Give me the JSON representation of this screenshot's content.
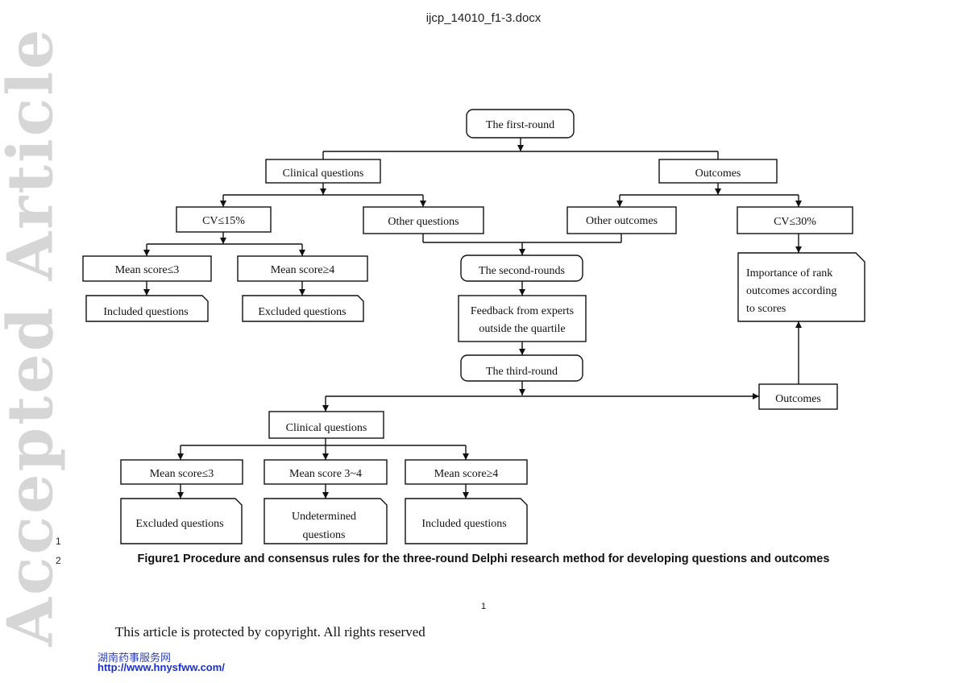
{
  "header": {
    "filename": "ijcp_14010_f1-3.docx"
  },
  "watermark": {
    "text": "Accepted Article"
  },
  "line_numbers": [
    "1",
    "2"
  ],
  "flowchart": {
    "first_round": "The first-round",
    "clinical_questions": "Clinical questions",
    "outcomes": "Outcomes",
    "cv_15": "CV≤15%",
    "other_questions": "Other questions",
    "other_outcomes": "Other outcomes",
    "cv_30": "CV≤30%",
    "mean_le3_r1": "Mean score≤3",
    "mean_ge4_r1": "Mean score≥4",
    "included_r1": "Included questions",
    "excluded_r1": "Excluded questions",
    "second_rounds": "The second-rounds",
    "feedback": [
      "Feedback from experts",
      "outside the quartile"
    ],
    "importance": [
      "Importance of rank",
      "outcomes according",
      "to scores"
    ],
    "third_round": "The third-round",
    "outcomes_r3": "Outcomes",
    "clinical_questions_r3": "Clinical questions",
    "mean_le3_r3": "Mean score≤3",
    "mean_3_4_r3": "Mean score 3~4",
    "mean_ge4_r3": "Mean score≥4",
    "excluded_r3": "Excluded questions",
    "undetermined_r3": [
      "Undetermined",
      "questions"
    ],
    "included_r3": "Included questions"
  },
  "caption": "Figure1 Procedure and consensus rules for the three-round Delphi research method for developing questions and outcomes",
  "page_number": "1",
  "footer": {
    "copyright": "This article is protected by copyright. All rights reserved",
    "site_name": "湖南药事服务网",
    "site_url": "http://www.hnysfww.com/"
  }
}
